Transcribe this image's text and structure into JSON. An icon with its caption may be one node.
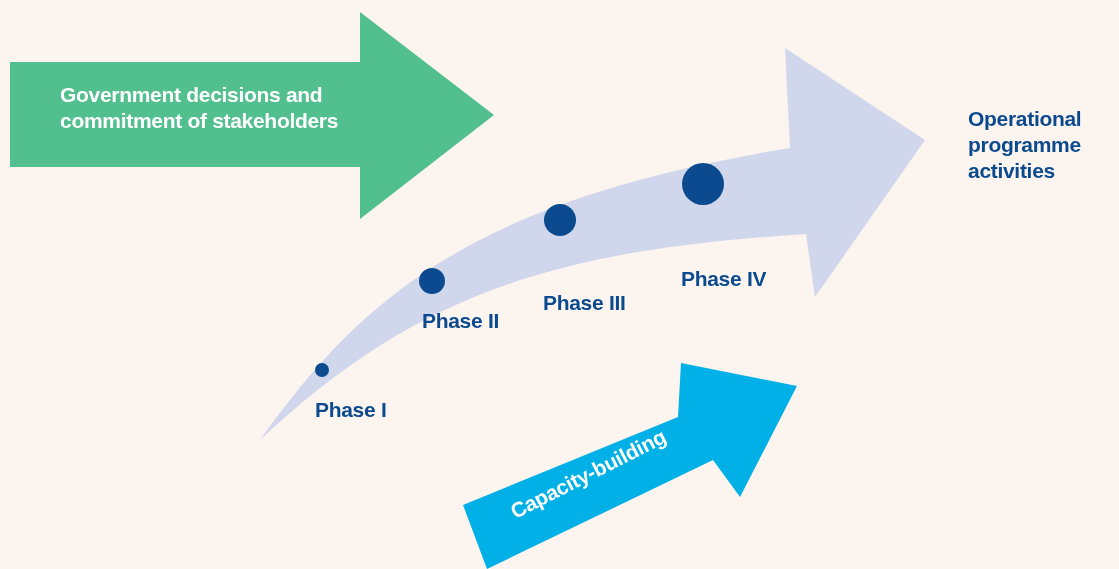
{
  "diagram": {
    "nodes": [
      {
        "text": [
          "Government decisions and commitment of stakeholders"
        ]
      },
      {
        "text": [],
        "shape": "circle",
        "beside": [
          "Phase I"
        ]
      },
      {
        "text": [],
        "shape": "circle",
        "beside": [
          "Phase II"
        ]
      },
      {
        "text": [],
        "shape": "circle",
        "beside": [
          "Phase III"
        ]
      },
      {
        "text": [],
        "shape": "circle",
        "beside": [
          "Phase IV"
        ]
      },
      {
        "text": [
          "Capacity-building"
        ]
      }
    ],
    "edges": [],
    "labels": [
      "Operational programme activities"
    ]
  }
}
